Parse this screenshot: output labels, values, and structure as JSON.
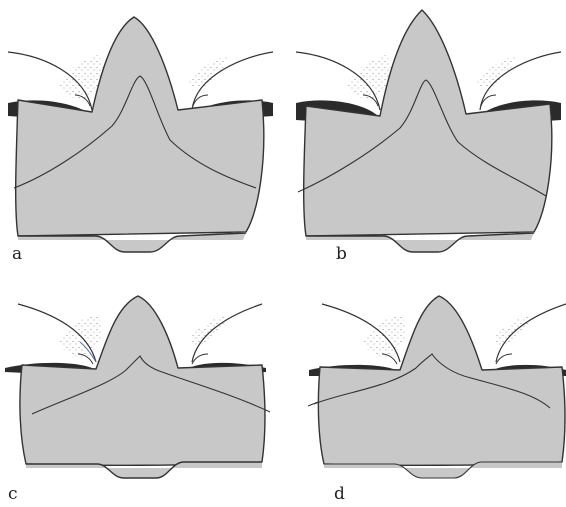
{
  "figure": {
    "panels": [
      {
        "label": "a"
      },
      {
        "label": "b"
      },
      {
        "label": "c"
      },
      {
        "label": "d"
      }
    ]
  },
  "colors": {
    "body_fill": "#c8c8c8",
    "outline": "#333333",
    "dark_band": "#2b2b2b",
    "stipple": "#777777",
    "background": "#ffffff"
  }
}
